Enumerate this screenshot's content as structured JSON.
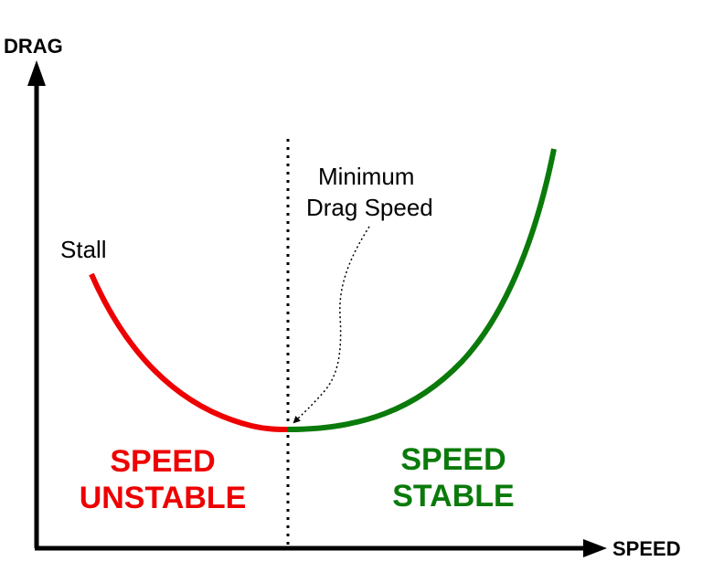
{
  "axes": {
    "y_label": "DRAG",
    "x_label": "SPEED"
  },
  "annotations": {
    "stall": "Stall",
    "min_drag_line1": "Minimum",
    "min_drag_line2": "Drag Speed"
  },
  "regions": {
    "unstable_line1": "SPEED",
    "unstable_line2": "UNSTABLE",
    "stable_line1": "SPEED",
    "stable_line2": "STABLE"
  },
  "colors": {
    "unstable": "#ee0000",
    "stable": "#0a7a0a",
    "axis": "#000000"
  }
}
